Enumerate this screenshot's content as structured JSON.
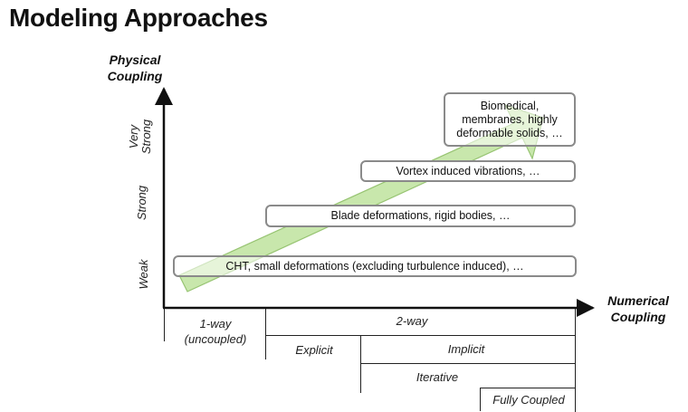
{
  "title": "Modeling Approaches",
  "y_axis": {
    "title_line1": "Physical",
    "title_line2": "Coupling",
    "levels": {
      "weak": "Weak",
      "strong": "Strong",
      "very_line1": "Very",
      "very_line2": "Strong"
    }
  },
  "x_axis": {
    "title_line1": "Numerical",
    "title_line2": "Coupling"
  },
  "boxes": {
    "cht": "CHT, small deformations (excluding turbulence induced), …",
    "blade": "Blade deformations, rigid bodies, …",
    "vortex": "Vortex induced vibrations, …",
    "bio_line1": "Biomedical,",
    "bio_line2": "membranes, highly",
    "bio_line3": "deformable solids, …"
  },
  "table": {
    "one_way_line1": "1-way",
    "one_way_line2": "(uncoupled)",
    "two_way": "2-way",
    "explicit": "Explicit",
    "implicit": "Implicit",
    "iterative": "Iterative",
    "fully_coupled": "Fully Coupled"
  },
  "colors": {
    "arrow_fill": "#c4e6a6",
    "arrow_stroke": "#8fbf67",
    "box_border": "#8a8a8a"
  }
}
